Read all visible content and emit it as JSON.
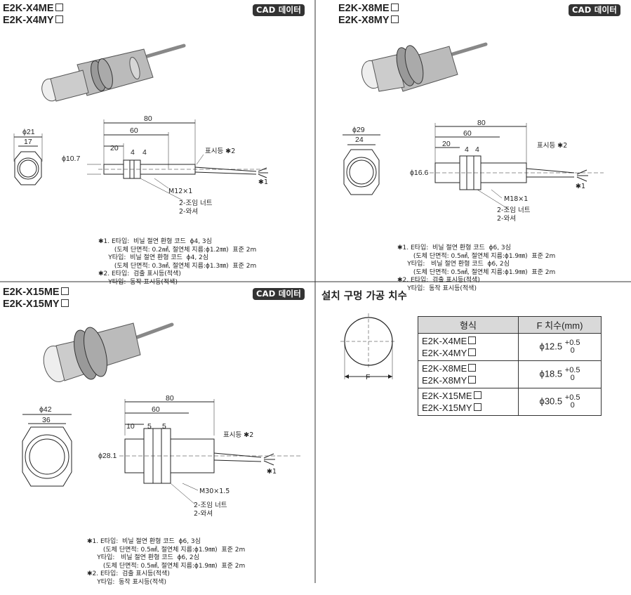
{
  "cad_label": "CAD 데이터",
  "panels": {
    "x4": {
      "models": [
        "E2K-X4ME",
        "E2K-X4MY"
      ],
      "dims": {
        "dia_outer": "ϕ21",
        "across": "17",
        "body_dia": "ϕ10.7",
        "total": "80",
        "thread": "60",
        "nut_off": "20",
        "nut_w1": "4",
        "nut_w2": "4"
      },
      "labels": {
        "indicator": "표시등 ✱2",
        "star1": "✱1",
        "thread_spec": "M12×1",
        "nut": "2-조임 너트",
        "washer": "2-와셔"
      },
      "notes": [
        "✱1. E타입:  비닐 절연 환형 코드  ϕ4, 3심",
        "        (도체 단면적: 0.2㎟, 절연체 지름:ϕ1.2㎜)  표준 2m",
        "     Y타입:  비닐 절연 환형 코드  ϕ4, 2심",
        "        (도체 단면적: 0.3㎟, 절연체 지름:ϕ1.3㎜)  표준 2m",
        "✱2. E타입:  검출 표시등(적색)",
        "     Y타입:  동작 표시등(적색)"
      ]
    },
    "x8": {
      "models": [
        "E2K-X8ME",
        "E2K-X8MY"
      ],
      "dims": {
        "dia_outer": "ϕ29",
        "across": "24",
        "body_dia": "ϕ16.6",
        "total": "80",
        "thread": "60",
        "nut_off": "20",
        "nut_w1": "4",
        "nut_w2": "4"
      },
      "labels": {
        "indicator": "표시등 ✱2",
        "star1": "✱1",
        "thread_spec": "M18×1",
        "nut": "2-조임 너트",
        "washer": "2-와셔"
      },
      "notes": [
        "✱1. E타입:  비닐 절연 환형 코드  ϕ6, 3심",
        "        (도체 단면적: 0.5㎟, 절연체 지름:ϕ1.9㎜)  표준 2m",
        "     Y타입:   비닐 절연 환형 코드  ϕ6, 2심",
        "        (도체 단면적: 0.5㎟, 절연체 지름:ϕ1.9㎜)  표준 2m",
        "✱2. E타입:  검출 표시등(적색)",
        "     Y타입:  동작 표시등(적색)"
      ]
    },
    "x15": {
      "models": [
        "E2K-X15ME",
        "E2K-X15MY"
      ],
      "dims": {
        "dia_outer": "ϕ42",
        "across": "36",
        "body_dia": "ϕ28.1",
        "total": "80",
        "thread": "60",
        "nut_off": "10",
        "nut_w1": "5",
        "nut_w2": "5"
      },
      "labels": {
        "indicator": "표시등 ✱2",
        "star1": "✱1",
        "thread_spec": "M30×1.5",
        "nut": "2-조임 너트",
        "washer": "2-와셔"
      },
      "notes": [
        "✱1. E타입:  비닐 절연 환형 코드  ϕ6, 3심",
        "        (도체 단면적: 0.5㎟, 절연체 지름:ϕ1.9㎜)  표준 2m",
        "     Y타입:   비닐 절연 환형 코드  ϕ6, 2심",
        "        (도체 단면적: 0.5㎟, 절연체 지름:ϕ1.9㎜)  표준 2m",
        "✱2. E타입:  검출 표시등(적색)",
        "     Y타입:  동작 표시등(적색)"
      ]
    }
  },
  "mounting": {
    "title": "설치 구멍 가공 치수",
    "hole_label": "F",
    "table": {
      "headers": [
        "형식",
        "F 치수(mm)"
      ],
      "rows": [
        {
          "models": [
            "E2K-X4ME",
            "E2K-X4MY"
          ],
          "value": "ϕ12.5",
          "tol_plus": "+0.5",
          "tol_minus": "0"
        },
        {
          "models": [
            "E2K-X8ME",
            "E2K-X8MY"
          ],
          "value": "ϕ18.5",
          "tol_plus": "+0.5",
          "tol_minus": "0"
        },
        {
          "models": [
            "E2K-X15ME",
            "E2K-X15MY"
          ],
          "value": "ϕ30.5",
          "tol_plus": "+0.5",
          "tol_minus": "0"
        }
      ]
    }
  }
}
